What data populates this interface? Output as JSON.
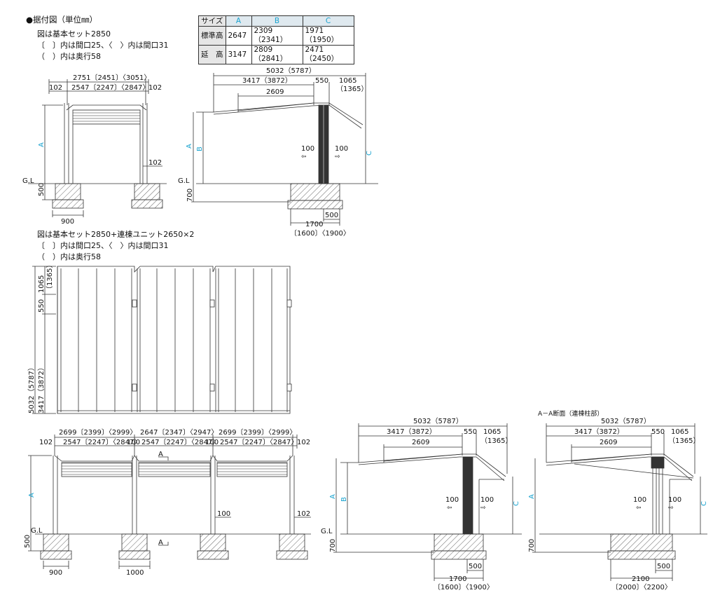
{
  "title": "●据付図（単位㎜）",
  "caption1": {
    "line1": "図は基本セット2850",
    "line2": "〔　〕内は間口25、〈　〉内は間口31",
    "line3": "（　）内は奥行58"
  },
  "caption2": {
    "line1": "図は基本セット2850+連棟ユニット2650×2",
    "line2": "〔　〕内は間口25、〈　〉内は間口31",
    "line3": "（　）内は奥行58"
  },
  "table": {
    "header": [
      "サイズ",
      "A",
      "B",
      "C"
    ],
    "rows": [
      [
        "標準高",
        "2647",
        "2309（2341）",
        "1971（1950）"
      ],
      [
        "延　高",
        "3147",
        "2809（2841）",
        "2471（2450）"
      ]
    ]
  },
  "front1": {
    "w_total": "2751〔2451〕〈3051〉",
    "w_inner": "2547〔2247〕〈2847〉",
    "side_l": "102",
    "side_r": "102",
    "post_gap": "102",
    "height": "A",
    "gl": "G.L",
    "found_h": "500",
    "found_w": "900"
  },
  "side1": {
    "total": "5032（5787）",
    "back": "3417（3872）",
    "mid": "550",
    "front": "1065",
    "front_paren": "（1365）",
    "beam": "2609",
    "a": "A",
    "b": "B",
    "c": "C",
    "post_l": "100",
    "post_r": "100",
    "gl": "G.L",
    "found_h": "700",
    "base_r": "500",
    "base_total": "1700",
    "base_paren": "〔1600〕〈1900〉"
  },
  "plan": {
    "total": "5032（5787）",
    "back": "3417（3872）",
    "mid": "550",
    "front": "1065",
    "front_paren": "（1365）"
  },
  "front2": {
    "w1": "2699〔2399〕〈2999〉",
    "w2": "2647〔2347〕〈2947〉",
    "w3": "2699〔2399〕〈2999〉",
    "i1": "2547〔2247〕〈2847〉",
    "i2": "2547〔2247〕〈2847〉",
    "i3": "2547〔2247〕〈2847〉",
    "s1": "102",
    "s2": "100",
    "s3": "100",
    "s4": "102",
    "post_mid": "100",
    "post_end": "102",
    "height": "A",
    "gl": "G.L",
    "found_h": "500",
    "found_w": "900",
    "found_w2": "1000",
    "section": "A"
  },
  "side2": {
    "total": "5032（5787）",
    "back": "3417（3872）",
    "mid": "550",
    "front": "1065",
    "front_paren": "（1365）",
    "beam": "2609",
    "a": "A",
    "b": "B",
    "c": "C",
    "post_l": "100",
    "post_r": "100",
    "gl": "G.L",
    "found_h": "700",
    "base_r": "500",
    "base_total": "1700",
    "base_paren": "〔1600〕〈1900〉"
  },
  "section_view": {
    "heading": "A－A断面（連棟柱部）",
    "total": "5032（5787）",
    "back": "3417（3872）",
    "mid": "550",
    "front": "1065",
    "front_paren": "（1365）",
    "beam": "2609",
    "a": "A",
    "c": "C",
    "post_l": "100",
    "post_r": "100",
    "found_h": "700",
    "base_r": "500",
    "base_total": "2100",
    "base_paren": "〔2000〕〈2200〉"
  },
  "colors": {
    "label_blue": "#1aa3cf",
    "line": "#333333",
    "header_bg": "#dfe9ef"
  }
}
